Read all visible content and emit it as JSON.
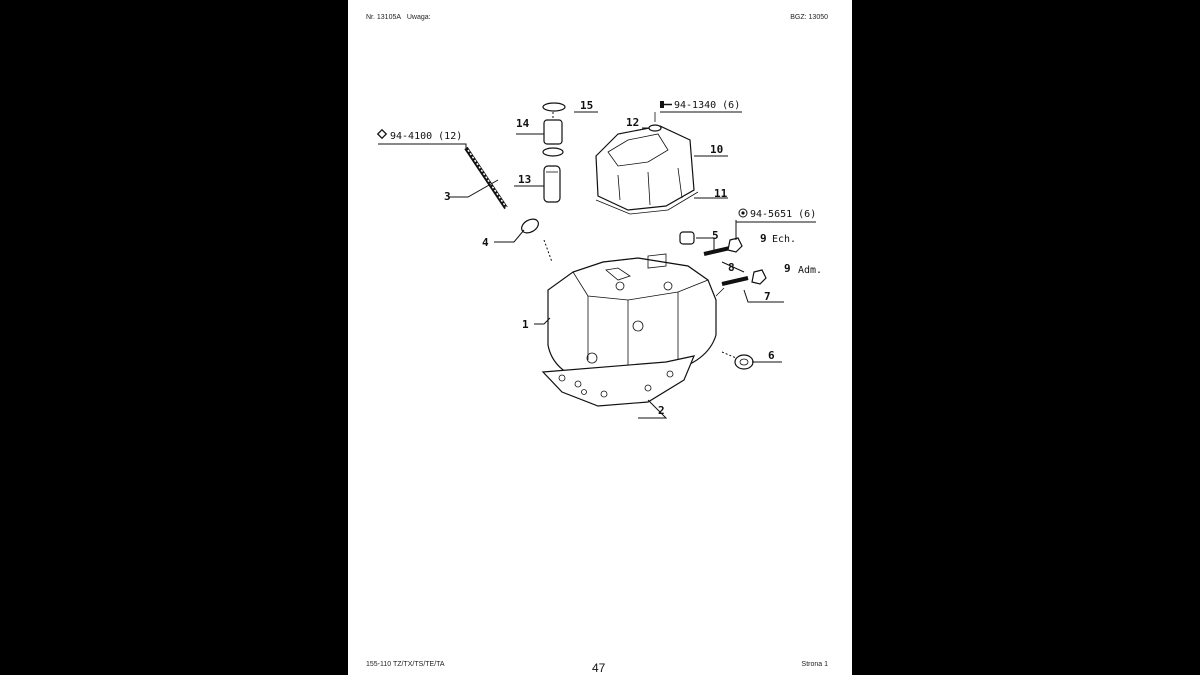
{
  "header": {
    "doc_no": "Nr. 13105A",
    "note_label": "Uwaga:",
    "bgz": "BGZ: 13050"
  },
  "footer": {
    "model": "155-110 TZ/TX/TS/TE/TA",
    "page_number": "47",
    "sheet": "Strona 1"
  },
  "diagram": {
    "refs": {
      "ref_3": "94-4100 (12)",
      "ref_12": "94-1340 (6)",
      "ref_9": "94-5651 (6)"
    },
    "labels": {
      "l1": "1",
      "l2": "2",
      "l3": "3",
      "l4": "4",
      "l5": "5",
      "l6": "6",
      "l7": "7",
      "l8": "8",
      "l9a": "9",
      "l9a_note": "Ech.",
      "l9b": "9",
      "l9b_note": "Adm.",
      "l10": "10",
      "l11": "11",
      "l12": "12",
      "l13": "13",
      "l14": "14",
      "l15": "15"
    }
  }
}
